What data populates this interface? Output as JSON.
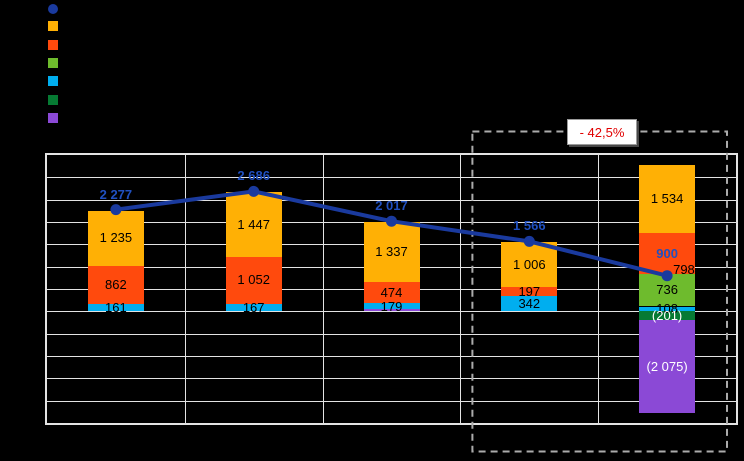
{
  "page": {
    "background": "#000000"
  },
  "legend": {
    "items": [
      {
        "icon": "line-series-marker-icon",
        "shape": "circle",
        "color": "#1A3A9E"
      },
      {
        "icon": "yellow-series-swatch-icon",
        "shape": "square",
        "color": "#FFB005"
      },
      {
        "icon": "orange-series-swatch-icon",
        "shape": "square",
        "color": "#FF4A0D"
      },
      {
        "icon": "green-series-swatch-icon",
        "shape": "square",
        "color": "#6EBB2D"
      },
      {
        "icon": "cyan-series-swatch-icon",
        "shape": "square",
        "color": "#00AEEF"
      },
      {
        "icon": "darkgreen-series-swatch-icon",
        "shape": "square",
        "color": "#067A33"
      },
      {
        "icon": "purple-series-swatch-icon",
        "shape": "square",
        "color": "#8B49D6"
      }
    ],
    "labels_visible": false
  },
  "annotations": {
    "change_label": "- 42,5%",
    "change_color": "#E10000",
    "highlight_box": {
      "style": "dashed",
      "color": "#ABABAB",
      "from_category_index": 3,
      "to_category_index": 4
    }
  },
  "chart_data": {
    "type": "bar",
    "subtype": "stacked-bars-with-total-line",
    "title": "",
    "categories": [
      "",
      "",
      "",
      "",
      ""
    ],
    "axis_tick_labels_visible": false,
    "grid": true,
    "ylim": [
      -2500,
      3500
    ],
    "grid_step": 500,
    "palette": {
      "yellow": "#FFB005",
      "orange": "#FF4A0D",
      "green": "#6EBB2D",
      "cyan": "#00AEEF",
      "darkgreen": "#067A33",
      "purple": "#8B49D6",
      "line": "#1A3A9E",
      "total_label": "#2050C0",
      "value_label": "#000000"
    },
    "bars": [
      {
        "segments": [
          {
            "series": "cyan",
            "value": 161,
            "label": "161"
          },
          {
            "series": "orange",
            "value": 862,
            "label": "862"
          },
          {
            "series": "yellow",
            "value": 1235,
            "label": "1 235"
          }
        ]
      },
      {
        "segments": [
          {
            "series": "cyan",
            "value": 167,
            "label": "167"
          },
          {
            "series": "orange",
            "value": 1052,
            "label": "1 052"
          },
          {
            "series": "yellow",
            "value": 1447,
            "label": "1 447"
          }
        ]
      },
      {
        "segments": [
          {
            "series": "cyan",
            "value": 179,
            "label": "179"
          },
          {
            "series": "orange",
            "value": 474,
            "label": "474"
          },
          {
            "series": "yellow",
            "value": 1337,
            "label": "1 337"
          },
          {
            "series": "purple",
            "value": 0,
            "label": "",
            "sliver": true
          }
        ]
      },
      {
        "segments": [
          {
            "series": "cyan",
            "value": 342,
            "label": "342"
          },
          {
            "series": "orange",
            "value": 197,
            "label": "197"
          },
          {
            "series": "yellow",
            "value": 1006,
            "label": "1 006"
          }
        ]
      },
      {
        "segments": [
          {
            "series": "cyan",
            "value": 108,
            "label": "108"
          },
          {
            "series": "green",
            "value": 736,
            "label": "736"
          },
          {
            "series": "orange",
            "value": 900,
            "label": "900",
            "label_color": "#2050C0",
            "label_bold": true
          },
          {
            "series": "yellow",
            "value": 1534,
            "label": "1 534"
          },
          {
            "series": "darkgreen",
            "value": -201,
            "label": "(201)",
            "label_color": "#FFFFFF"
          },
          {
            "series": "purple",
            "value": -2075,
            "label": "(2 075)",
            "label_color": "#FFFFFF"
          }
        ]
      }
    ],
    "line": {
      "name": "total-line",
      "values": [
        2277,
        2686,
        2017,
        1566,
        798
      ],
      "labels": [
        "2 277",
        "2 686",
        "2 017",
        "1 566",
        "798"
      ],
      "label_placements": [
        "above",
        "above",
        "above",
        "above",
        "right"
      ],
      "label_colors": [
        "#2050C0",
        "#2050C0",
        "#2050C0",
        "#2050C0",
        "#000000"
      ],
      "legend_position": "top-left"
    }
  }
}
